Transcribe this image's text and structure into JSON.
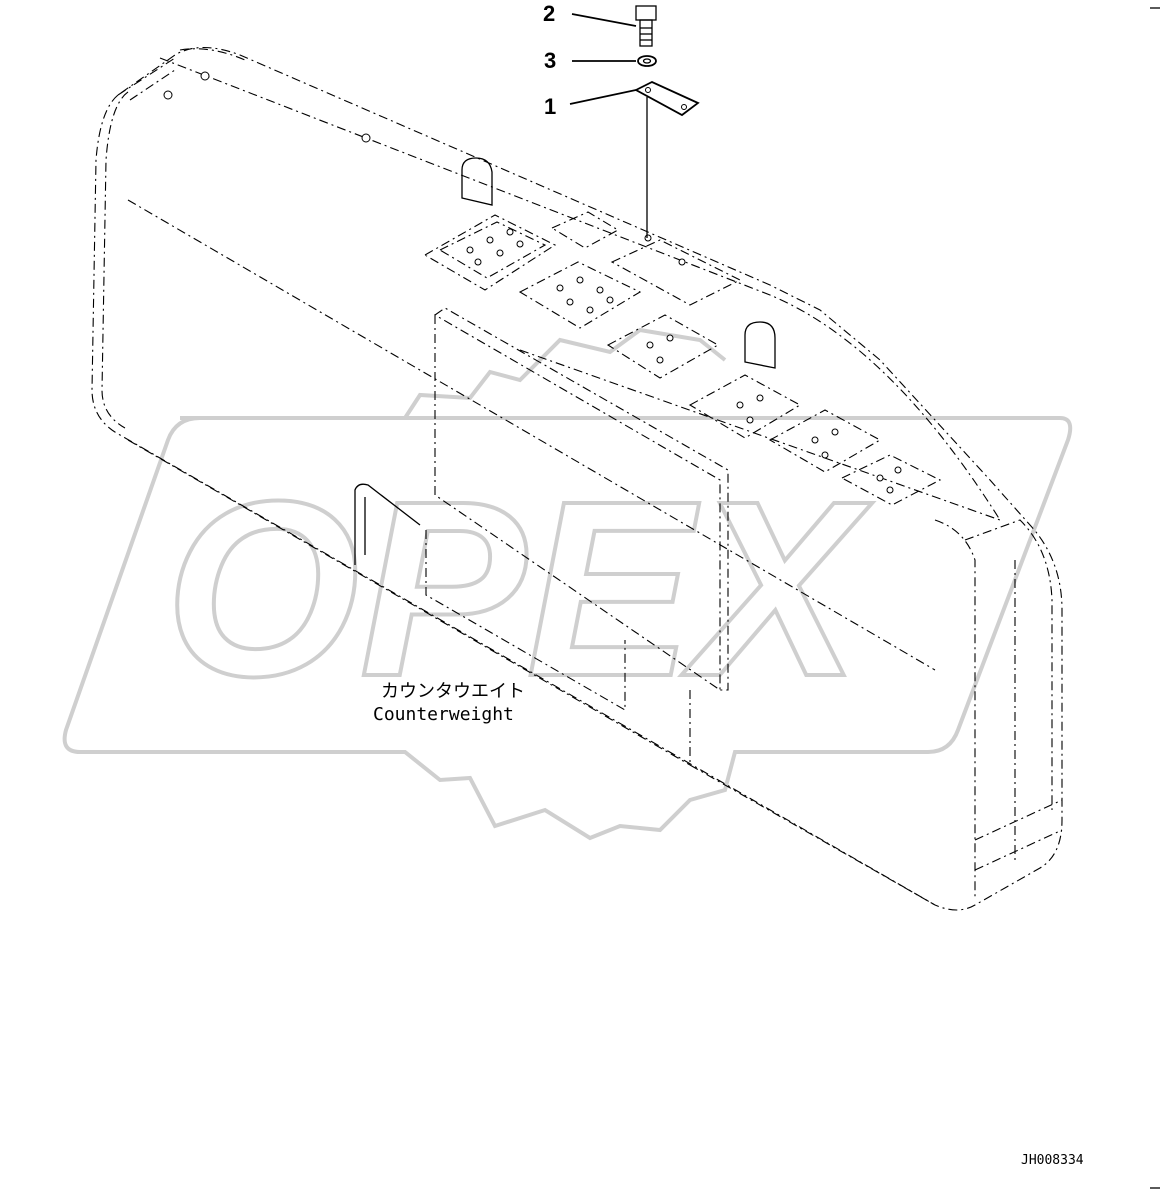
{
  "callouts": [
    {
      "number": "1",
      "part": "plate"
    },
    {
      "number": "2",
      "part": "bolt"
    },
    {
      "number": "3",
      "part": "washer"
    }
  ],
  "caption": {
    "japanese": "カウンタウエイト",
    "english": "Counterweight"
  },
  "drawing_code": "JH008334",
  "watermark": "OPEX"
}
